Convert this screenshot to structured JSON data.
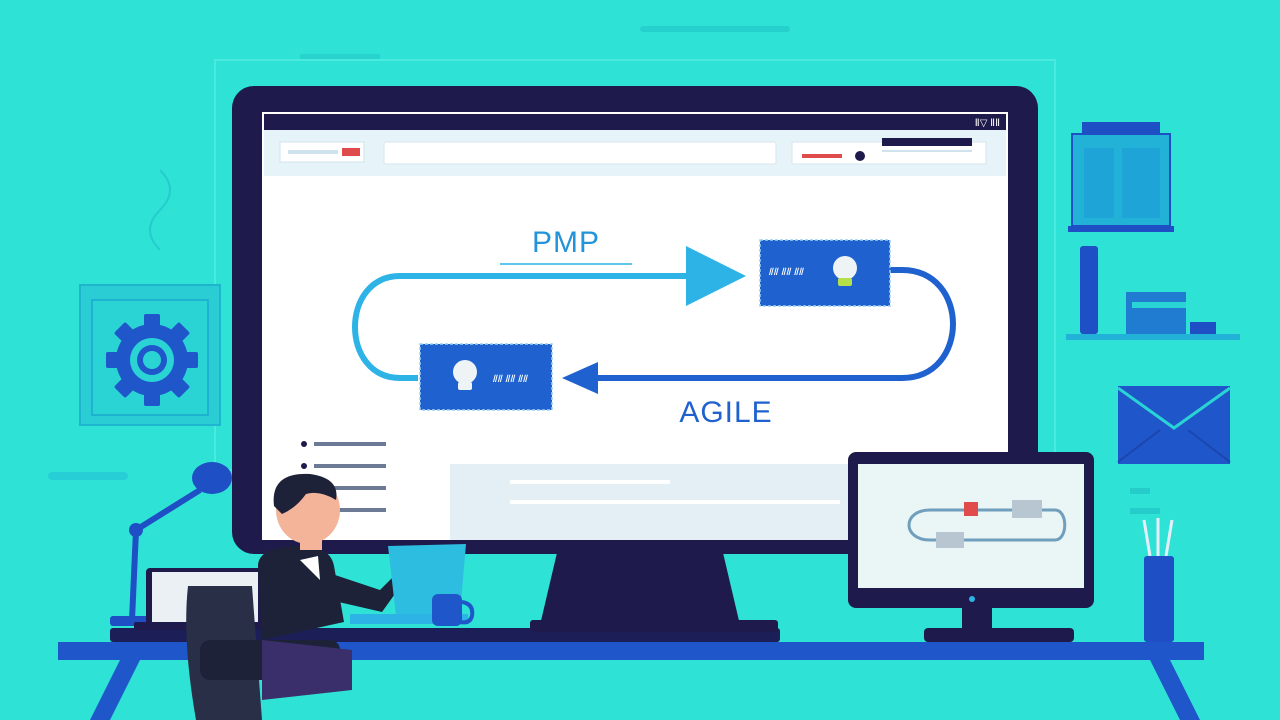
{
  "colors": {
    "background": "#2ee3d6",
    "accent_dark_blue": "#1f4fc4",
    "accent_light_blue": "#2db3e6",
    "monitor_frame": "#1e1a4c",
    "screen": "#ffffff"
  },
  "screen": {
    "status_text": "Ⅱ▽ ⅡⅡ",
    "pmp_label": "PMP",
    "agile_label": "AGILE",
    "card_top_text": "ⅡⅡ ⅡⅡ ⅡⅡ",
    "card_bottom_text": "ⅡⅡ ⅡⅡ ⅡⅡ",
    "card_top_icon": "lightbulb-icon",
    "card_bottom_icon": "lightbulb-icon"
  },
  "decor": {
    "left_wall_icon": "gear-icon",
    "right_wall_icon": "envelope-icon"
  }
}
